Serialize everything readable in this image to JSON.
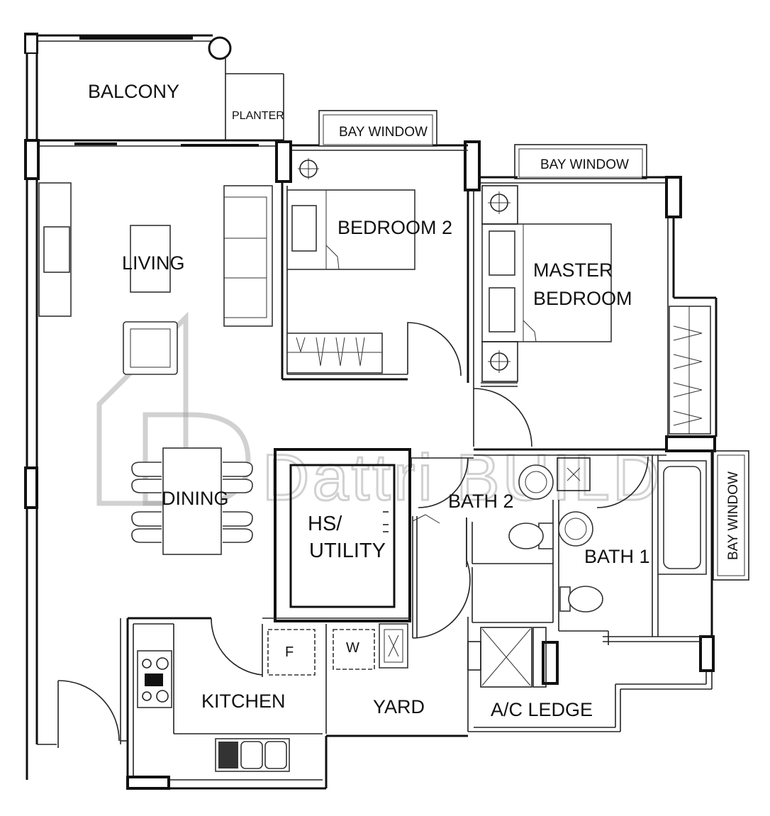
{
  "plan": {
    "rooms": {
      "balcony": "BALCONY",
      "planter": "PLANTER",
      "bay_window_1": "BAY WINDOW",
      "bay_window_2": "BAY WINDOW",
      "bay_window_3": "BAY WINDOW",
      "bedroom_2": "BEDROOM 2",
      "master_bedroom_line1": "MASTER",
      "master_bedroom_line2": "BEDROOM",
      "living": "LIVING",
      "dining": "DINING",
      "hs_utility_line1": "HS/",
      "hs_utility_line2": "UTILITY",
      "bath_2": "BATH 2",
      "bath_1": "BATH 1",
      "kitchen": "KITCHEN",
      "yard": "YARD",
      "ac_ledge": "A/C LEDGE",
      "fridge": "F",
      "washer": "W"
    },
    "watermark": "Dattri BUILD"
  }
}
